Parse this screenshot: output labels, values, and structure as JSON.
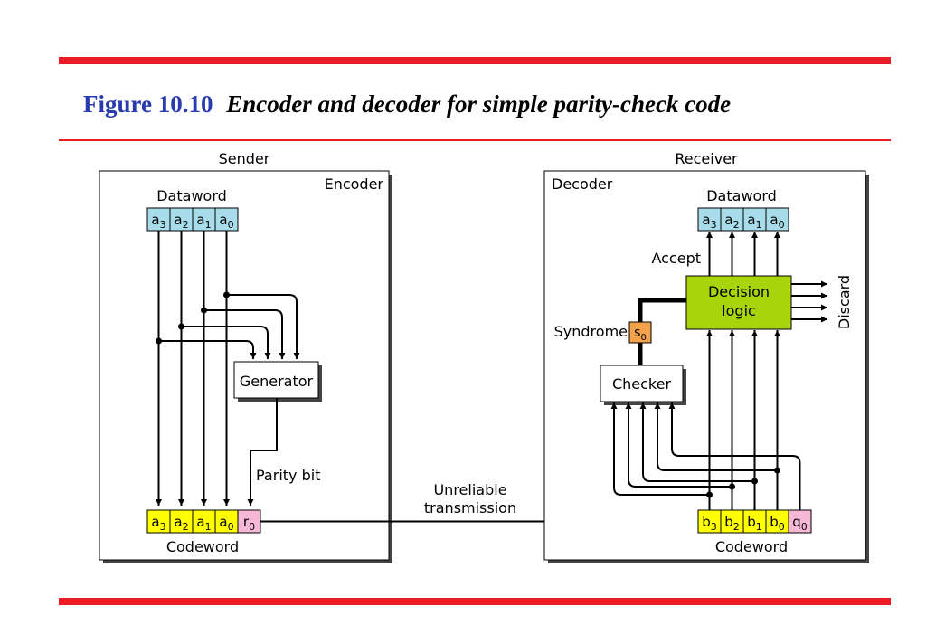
{
  "figure": {
    "number": "Figure 10.10",
    "caption": "Encoder and decoder for simple parity-check code"
  },
  "colors": {
    "accent_bar": "#ec1c24",
    "figure_number": "#2a3cad",
    "dataword_cell": "#a8dcea",
    "codeword_cell": "#ffff00",
    "parity_cell": "#f7b8d8",
    "syndrome_cell": "#f4a24a",
    "decision_logic": "#a8d40c"
  },
  "sender": {
    "heading": "Sender",
    "box_label": "Encoder",
    "dataword_label": "Dataword",
    "dataword_cells": [
      {
        "base": "a",
        "sub": "3"
      },
      {
        "base": "a",
        "sub": "2"
      },
      {
        "base": "a",
        "sub": "1"
      },
      {
        "base": "a",
        "sub": "0"
      }
    ],
    "generator_label": "Generator",
    "parity_bit_label": "Parity bit",
    "codeword_label": "Codeword",
    "codeword_cells": [
      {
        "base": "a",
        "sub": "3"
      },
      {
        "base": "a",
        "sub": "2"
      },
      {
        "base": "a",
        "sub": "1"
      },
      {
        "base": "a",
        "sub": "0"
      },
      {
        "base": "r",
        "sub": "0"
      }
    ]
  },
  "channel": {
    "label_line1": "Unreliable",
    "label_line2": "transmission"
  },
  "receiver": {
    "heading": "Receiver",
    "box_label": "Decoder",
    "dataword_label": "Dataword",
    "dataword_cells": [
      {
        "base": "a",
        "sub": "3"
      },
      {
        "base": "a",
        "sub": "2"
      },
      {
        "base": "a",
        "sub": "1"
      },
      {
        "base": "a",
        "sub": "0"
      }
    ],
    "accept_label": "Accept",
    "decision_line1": "Decision",
    "decision_line2": "logic",
    "discard_label": "Discard",
    "syndrome_label": "Syndrome",
    "syndrome_cell": {
      "base": "s",
      "sub": "0"
    },
    "checker_label": "Checker",
    "codeword_label": "Codeword",
    "codeword_cells": [
      {
        "base": "b",
        "sub": "3"
      },
      {
        "base": "b",
        "sub": "2"
      },
      {
        "base": "b",
        "sub": "1"
      },
      {
        "base": "b",
        "sub": "0"
      },
      {
        "base": "q",
        "sub": "0"
      }
    ]
  }
}
